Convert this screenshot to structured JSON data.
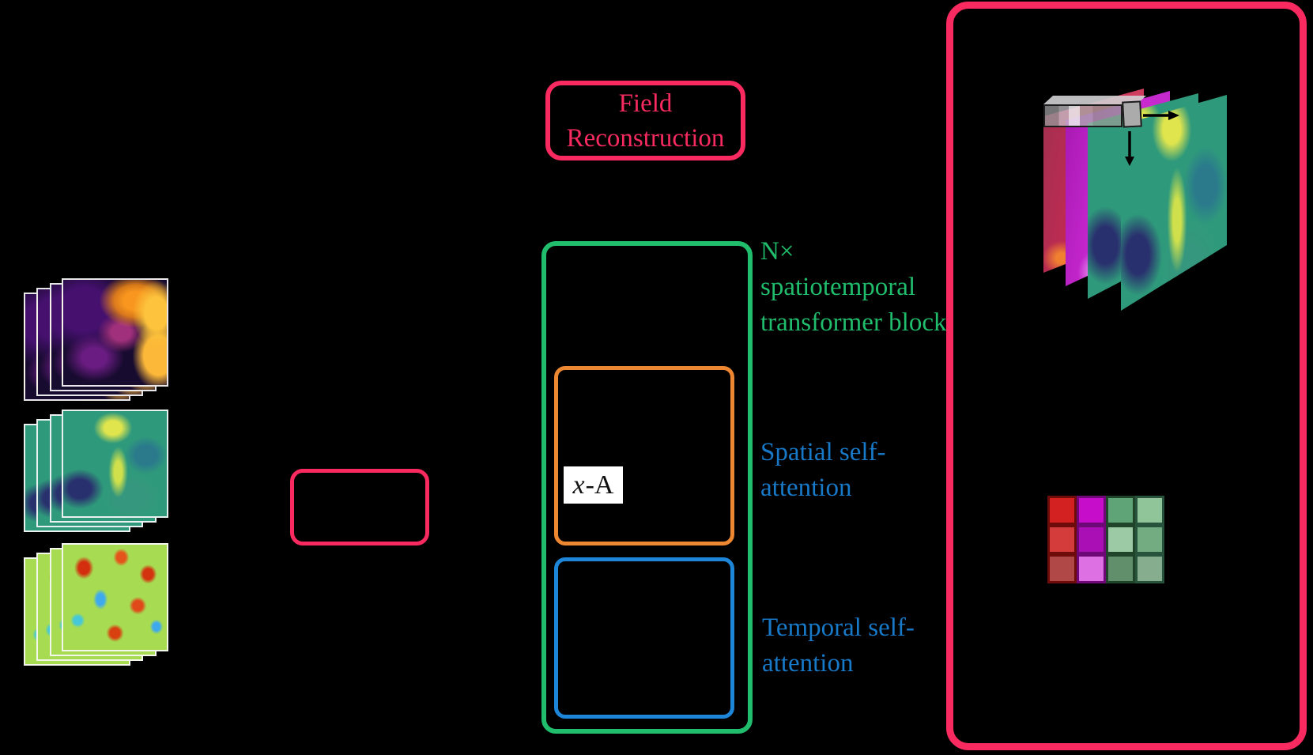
{
  "labels": {
    "field_reconstruction": "Field Reconstruction",
    "n_block": "N× spatiotemporal transformer block",
    "spatial": "Spatial self-attention",
    "temporal": "Temporal self-attention",
    "x_a": {
      "var": "x",
      "rest": "-A"
    }
  },
  "colors": {
    "background": "#000000",
    "pink": "#F82A5F",
    "green": "#20BE6C",
    "orange": "#EE8732",
    "blue_box": "#1E86D8",
    "blue_text": "#1879C8",
    "label_box_bg": "#FFFFFF",
    "label_box_text": "#111111"
  },
  "icons": {
    "arrow_right": "→",
    "arrow_down": "↓"
  },
  "left_input_stacks": [
    {
      "name": "inferno-field-stack",
      "colormap": "inferno",
      "layers": 4
    },
    {
      "name": "viridis-field-stack",
      "colormap": "viridis",
      "layers": 4
    },
    {
      "name": "jet-field-stack",
      "colormap": "jet",
      "layers": 4
    }
  ],
  "right_panel": {
    "slices": [
      {
        "name": "red-field-slice",
        "colormap": "red"
      },
      {
        "name": "magenta-field-slice",
        "colormap": "magenta"
      },
      {
        "name": "viridis-field-slice-back",
        "colormap": "viridis"
      },
      {
        "name": "viridis-field-slice-front",
        "colormap": "viridis"
      }
    ],
    "patch_grid": {
      "rows": 3,
      "cols": 4,
      "cells": [
        [
          "#D32122",
          "#C60DC9",
          "#5EA476",
          "#90C499"
        ],
        [
          "#D43C3C",
          "#A90FB4",
          "#9CCAA4",
          "#73AC80"
        ],
        [
          "#B04848",
          "#DD70E2",
          "#618E6B",
          "#86AE8E"
        ]
      ],
      "cell_borders": [
        "#6E0C0C",
        "#6E0876",
        "#1F4429",
        "#27523B"
      ]
    }
  }
}
